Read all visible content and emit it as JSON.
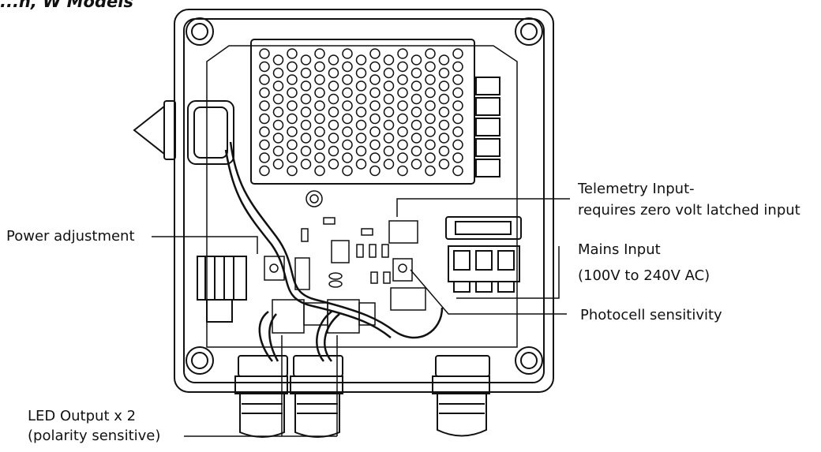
{
  "header": {
    "partial_title": "...n, W Models"
  },
  "labels": {
    "power_adjustment": "Power adjustment",
    "telemetry_line1": "Telemetry Input-",
    "telemetry_line2": "requires zero volt latched input",
    "mains_line1": "Mains Input",
    "mains_line2": "(100V to 240V AC)",
    "photocell": "Photocell sensitivity",
    "led_line1": "LED Output x 2",
    "led_line2": "(polarity sensitive)"
  },
  "icons": [
    "junction-box",
    "heat-sink",
    "cable-gland",
    "terminal-block",
    "fuse-holder",
    "potentiometer"
  ],
  "colors": {
    "line": "#111111",
    "background": "#ffffff"
  }
}
